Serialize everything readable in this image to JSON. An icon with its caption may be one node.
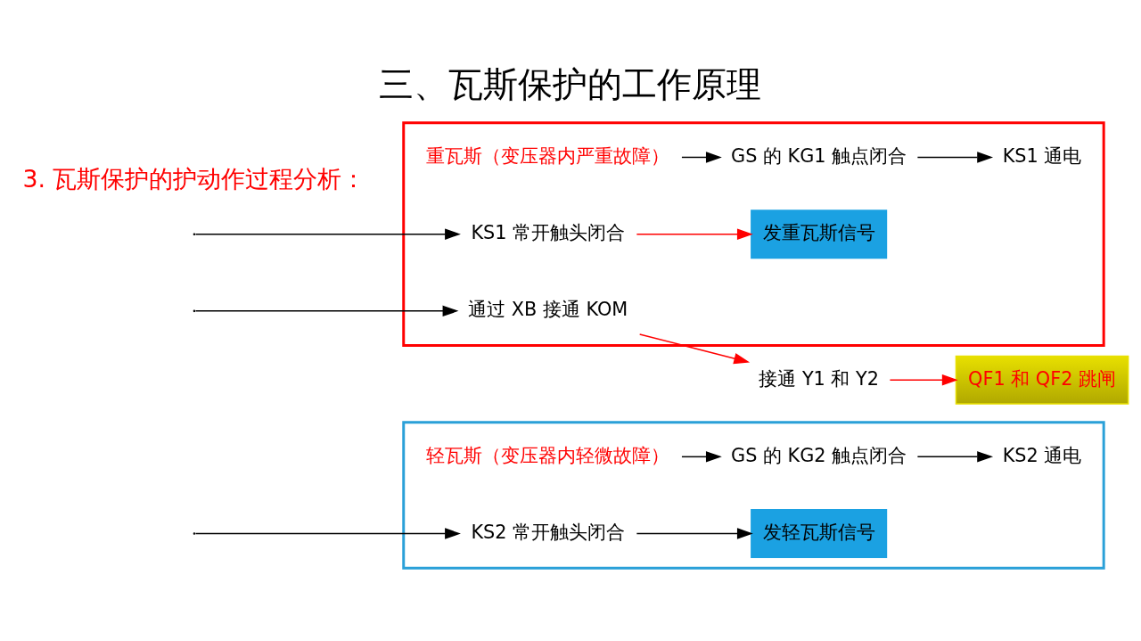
{
  "diagram": {
    "title": "三、瓦斯保护的工作原理",
    "nodes": [
      {
        "text": [],
        "shape": "box"
      },
      {
        "text": [
          "轻瓦斯（变压器内轻微故障）"
        ],
        "in": 0
      },
      {
        "text": [
          "GS 的 KG2 触点闭合"
        ],
        "in": 0
      },
      {
        "text": [
          "KS2 通电"
        ],
        "in": 0
      },
      {
        "text": [
          "KS2 常开触头闭合"
        ],
        "in": 0
      },
      {
        "text": [
          "发轻瓦斯信号"
        ],
        "in": 0
      },
      {
        "text": [],
        "shape": "box"
      },
      {
        "text": [
          "重瓦斯（变压器内严重故障）"
        ],
        "in": 6
      },
      {
        "text": [
          "GS 的 KG1 触点闭合"
        ],
        "in": 6
      },
      {
        "text": [
          "KS1 通电"
        ],
        "in": 6
      },
      {
        "text": [
          "KS1 常开触头闭合"
        ],
        "in": 6
      },
      {
        "text": [
          "发重瓦斯信号"
        ],
        "in": 6
      },
      {
        "text": [
          "通过 XB 接通 KOM"
        ],
        "in": 6
      },
      {
        "text": [
          "接通 Y1 和 Y2"
        ]
      },
      {
        "text": [
          "QF1 和 QF2 跳闸"
        ]
      }
    ],
    "edges": [
      {
        "from": 1,
        "to": 2,
        "arrow": "to"
      },
      {
        "from": 2,
        "to": 3,
        "arrow": "to"
      },
      {
        "from": null,
        "to": 4,
        "arrow": "to"
      },
      {
        "from": 4,
        "to": 5,
        "arrow": "to"
      },
      {
        "from": 7,
        "to": 8,
        "arrow": "to"
      },
      {
        "from": 8,
        "to": 9,
        "arrow": "to"
      },
      {
        "from": null,
        "to": 10,
        "arrow": "to"
      },
      {
        "from": null,
        "to": 12,
        "arrow": "to"
      },
      {
        "from": 10,
        "to": 11,
        "arrow": "to",
        "color": "#ff0000"
      },
      {
        "from": 12,
        "to": 13,
        "arrow": "to",
        "color": "#ff0000"
      },
      {
        "from": 13,
        "to": 14,
        "arrow": "to",
        "color": "#ff0000"
      }
    ],
    "labels": [
      "3. 瓦斯保护的护动作过程分析："
    ]
  }
}
